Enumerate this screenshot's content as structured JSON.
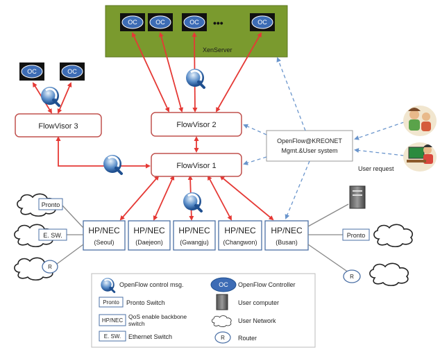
{
  "controllers": {
    "label": "OC",
    "ellipsis": "•••"
  },
  "xenserver": {
    "label": "XenServer"
  },
  "flowvisors": {
    "fv1": "FlowVisor 1",
    "fv2": "FlowVisor 2",
    "fv3": "FlowVisor 3"
  },
  "mgmt": {
    "line1": "OpenFlow@KREONET",
    "line2": "Mgmt.&User system"
  },
  "user_request": "User request",
  "switches": [
    {
      "name": "HP/NEC",
      "city": "(Seoul)"
    },
    {
      "name": "HP/NEC",
      "city": "(Daejeon)"
    },
    {
      "name": "HP/NEC",
      "city": "(Gwangju)"
    },
    {
      "name": "HP/NEC",
      "city": "(Changwon)"
    },
    {
      "name": "HP/NEC",
      "city": "(Busan)"
    }
  ],
  "edge_devices": {
    "pronto": "Pronto",
    "esw": "E. SW.",
    "router": "R"
  },
  "legend": {
    "control_msg": "OpenFlow control msg.",
    "oc_symbol": "OC",
    "controller": "OpenFlow Controller",
    "pronto_symbol": "Pronto",
    "pronto_switch": "Pronto Switch",
    "user_computer": "User computer",
    "hpnec_symbol": "HP/NEC",
    "qos_line1": "QoS enable backbone",
    "qos_line2": "switch",
    "user_network": "User Network",
    "esw_symbol": "E. SW.",
    "ethernet_switch": "Ethernet Switch",
    "router_symbol": "R",
    "router": "Router"
  },
  "colors": {
    "red_line": "#e53935",
    "dashed_blue": "#7fa6d6",
    "green_box": "#7a9a2e",
    "oc_blue": "#3d6cb5",
    "box_border": "#c0504d"
  }
}
